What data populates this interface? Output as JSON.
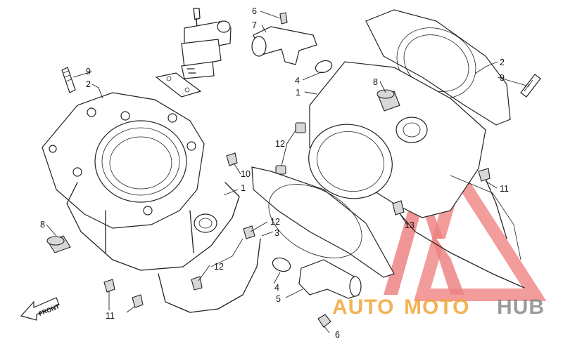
{
  "callouts": {
    "c1_left": "1",
    "c1_right": "1",
    "c2_left": "2",
    "c2_right": "2",
    "c3": "3",
    "c4_top": "4",
    "c4_bottom": "4",
    "c5": "5",
    "c6_top": "6",
    "c6_bottom": "6",
    "c7": "7",
    "c8_left": "8",
    "c8_right": "8",
    "c9_left": "9",
    "c9_right": "9",
    "c10": "10",
    "c11_left": "11",
    "c11_right": "11",
    "c12_left": "12",
    "c12_mid": "12",
    "c12_right": "12",
    "c13": "13"
  },
  "front_arrow_label": "FRONT",
  "watermark": {
    "part1": "AUTO",
    "part2": "MOTO",
    "part3": "HUB",
    "color_red": "#e85a5a",
    "color_orange": "#f0a63a",
    "color_gray": "#8a8a8a"
  }
}
